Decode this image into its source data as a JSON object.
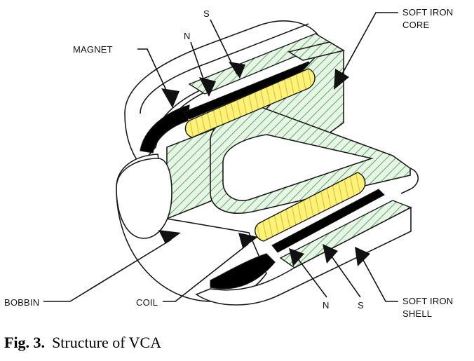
{
  "diagram": {
    "labels": {
      "magnet": "MAGNET",
      "n_top": "N",
      "s_top": "S",
      "soft_iron_core_line1": "SOFT IRON",
      "soft_iron_core_line2": "CORE",
      "bobbin": "BOBBIN",
      "coil": "COIL",
      "n_bottom": "N",
      "s_bottom": "S",
      "soft_iron_shell_line1": "SOFT IRON",
      "soft_iron_shell_line2": "SHELL"
    },
    "colors": {
      "iron_fill": "#e8f5e6",
      "hatch": "#2e9e3c",
      "coil": "#fff27a",
      "coil_wire": "#d9c43a",
      "magnet": "#000000",
      "outline": "#1a1a1a"
    }
  },
  "caption": {
    "label": "Fig. 3.",
    "text": "Structure of VCA"
  }
}
